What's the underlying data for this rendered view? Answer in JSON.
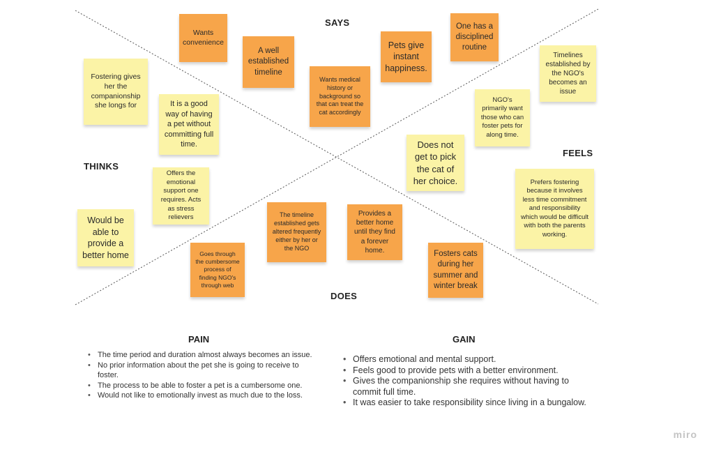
{
  "quadrants": {
    "says": "SAYS",
    "thinks": "THINKS",
    "feels": "FEELS",
    "does": "DOES"
  },
  "notes": [
    {
      "text": "Wants convenience",
      "color": "orange"
    },
    {
      "text": "A well established timeline",
      "color": "orange"
    },
    {
      "text": "Wants medical history or background so that can treat the cat accordingly",
      "color": "orange"
    },
    {
      "text": "Pets give instant happiness.",
      "color": "orange"
    },
    {
      "text": "One has a disciplined routine",
      "color": "orange"
    },
    {
      "text": "Timelines established by the NGO's becomes an issue",
      "color": "yellow"
    },
    {
      "text": "Fostering gives her the companionship she longs for",
      "color": "yellow"
    },
    {
      "text": "It is a good way of having a pet without committing full time.",
      "color": "yellow"
    },
    {
      "text": "NGO's primarily want those who can foster pets for along time.",
      "color": "yellow"
    },
    {
      "text": "Does not get to pick the cat of her choice.",
      "color": "yellow"
    },
    {
      "text": "Offers the emotional support one requires. Acts as stress relievers",
      "color": "yellow"
    },
    {
      "text": "Prefers fostering because it involves less time commitment and responsibility which would be difficult with both the parents working.",
      "color": "yellow"
    },
    {
      "text": "Would be able to provide a better home",
      "color": "yellow"
    },
    {
      "text": "The timeline established gets altered frequently either by her or the NGO",
      "color": "orange"
    },
    {
      "text": "Provides a better home until they find a forever home.",
      "color": "orange"
    },
    {
      "text": "Goes through the cumbersome process of finding NGO's through web",
      "color": "orange"
    },
    {
      "text": "Fosters cats during her summer and winter break",
      "color": "orange"
    }
  ],
  "pain": {
    "title": "PAIN",
    "items": [
      "The time period and duration almost always becomes an issue.",
      "No prior information about the pet she is going to receive to foster.",
      "The process to be able to foster a pet is a cumbersome one.",
      "Would not like to emotionally invest as much due to the loss."
    ]
  },
  "gain": {
    "title": "GAIN",
    "items": [
      "Offers emotional and mental support.",
      "Feels good to provide pets with a better environment.",
      "Gives  the companionship she requires without having to commit full time.",
      "It was easier to take responsibility since living in a bungalow."
    ]
  },
  "brand": {
    "logo_text": "miro"
  },
  "colors": {
    "yellow_note": "#fbf3a6",
    "orange_note": "#f7a54a"
  }
}
